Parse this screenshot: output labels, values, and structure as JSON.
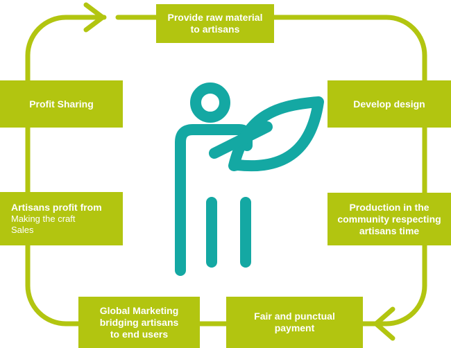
{
  "colors": {
    "accent": "#b2c510",
    "figure": "#14a8a3",
    "text": "#ffffff"
  },
  "icons": {
    "center_figure": "person-with-leaf-icon",
    "arrows": "chevron-arrow-icon"
  },
  "steps": [
    {
      "lines": [
        "Provide raw material",
        "to artisans"
      ]
    },
    {
      "lines": [
        "Develop design"
      ]
    },
    {
      "lines": [
        "Production in the",
        "community respecting",
        "artisans time"
      ]
    },
    {
      "lines": [
        "Fair and punctual",
        "payment"
      ]
    },
    {
      "lines": [
        "Global Marketing",
        "bridging artisans",
        "to end users"
      ]
    },
    {
      "lines": [
        "Artisans profit from"
      ],
      "sub_lines": [
        "Making the craft",
        "Sales"
      ]
    },
    {
      "lines": [
        "Profit Sharing"
      ]
    }
  ]
}
